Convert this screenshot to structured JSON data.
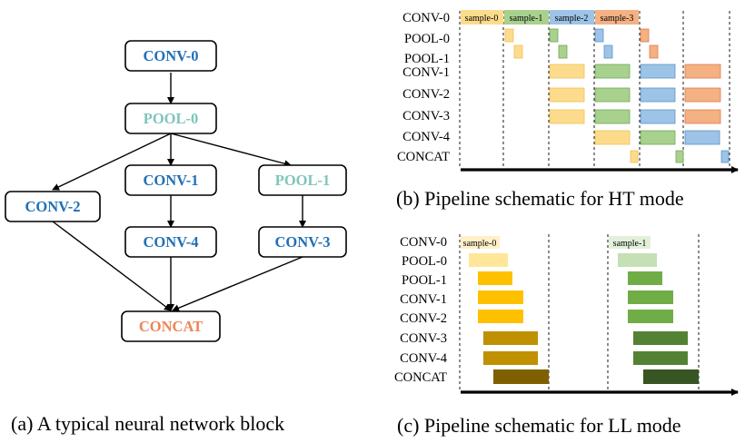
{
  "colors": {
    "conv": "#2170b6",
    "pool": "#7fc5ba",
    "concat": "#ee8555"
  },
  "network": {
    "nodes": [
      {
        "id": "conv0",
        "label": "CONV-0",
        "kind": "conv"
      },
      {
        "id": "pool0",
        "label": "POOL-0",
        "kind": "pool"
      },
      {
        "id": "conv1",
        "label": "CONV-1",
        "kind": "conv"
      },
      {
        "id": "pool1",
        "label": "POOL-1",
        "kind": "pool"
      },
      {
        "id": "conv2",
        "label": "CONV-2",
        "kind": "conv"
      },
      {
        "id": "conv4",
        "label": "CONV-4",
        "kind": "conv"
      },
      {
        "id": "conv3",
        "label": "CONV-3",
        "kind": "conv"
      },
      {
        "id": "concat",
        "label": "CONCAT",
        "kind": "concat"
      }
    ],
    "caption": "(a) A typical neural network block"
  },
  "ht": {
    "caption": "(b) Pipeline schematic for HT mode",
    "rows": [
      "CONV-0",
      "POOL-0",
      "POOL-1",
      "CONV-1",
      "CONV-2",
      "CONV-3",
      "CONV-4",
      "CONCAT"
    ],
    "samples": [
      {
        "label": "sample-0",
        "color": "#fcdc8c",
        "stroke": "#f2c055"
      },
      {
        "label": "sample-1",
        "color": "#a9d18e",
        "stroke": "#6fa858"
      },
      {
        "label": "sample-2",
        "color": "#9dc3e6",
        "stroke": "#5b93cc"
      },
      {
        "label": "sample-3",
        "color": "#f4b183",
        "stroke": "#e07b4d"
      }
    ]
  },
  "ll": {
    "caption": "(c) Pipeline schematic for LL mode",
    "rows": [
      "CONV-0",
      "POOL-0",
      "POOL-1",
      "CONV-1",
      "CONV-2",
      "CONV-3",
      "CONV-4",
      "CONCAT"
    ],
    "samples": [
      {
        "label": "sample-0",
        "colors": [
          "#fff0c8",
          "#ffe699",
          "#ffc000",
          "#ffc000",
          "#ffc000",
          "#bf9000",
          "#bf9000",
          "#7f6000"
        ]
      },
      {
        "label": "sample-1",
        "colors": [
          "#e2f0d9",
          "#c5e0b4",
          "#70ad47",
          "#70ad47",
          "#70ad47",
          "#548235",
          "#548235",
          "#375623"
        ]
      }
    ]
  }
}
